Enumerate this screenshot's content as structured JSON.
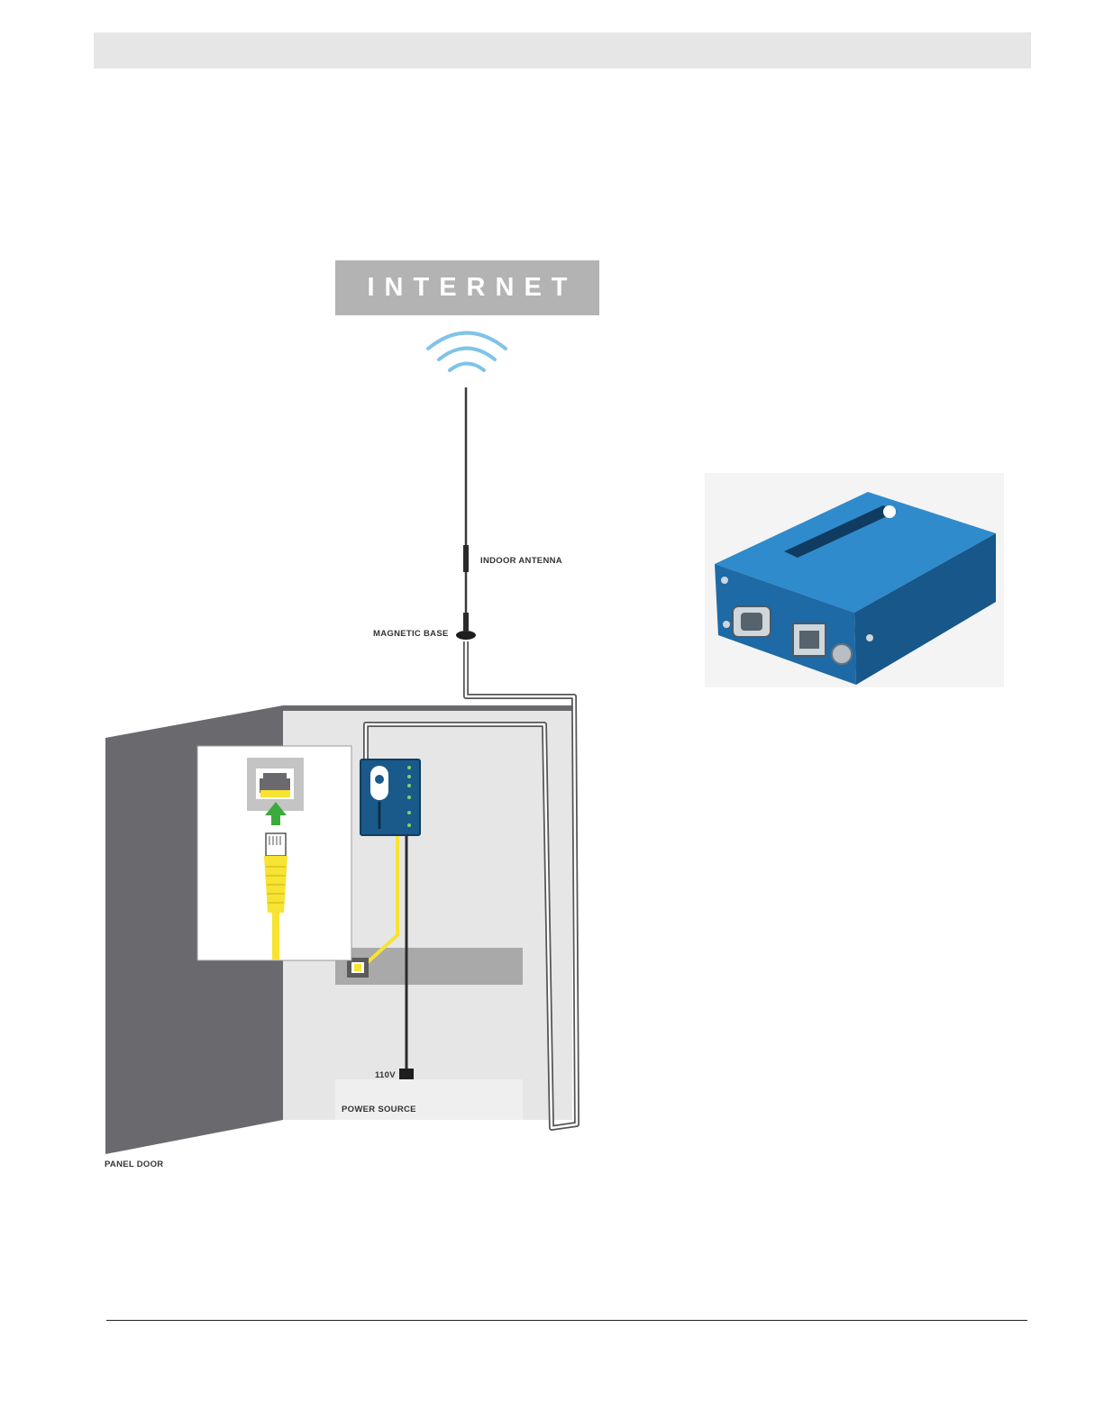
{
  "diagram": {
    "internet_label": "INTERNET",
    "labels": {
      "indoor_antenna": "INDOOR ANTENNA",
      "magnetic_base": "MAGNETIC BASE",
      "voltage": "110V",
      "power_source": "POWER SOURCE",
      "panel_door": "PANEL DOOR"
    },
    "icons": [
      "wifi-signal-icon",
      "ethernet-port-icon",
      "connect-arrow-icon",
      "rj45-plug-icon"
    ],
    "colors": {
      "signal_blue": "#7fc3e8",
      "modem_blue": "#1a5a8a",
      "cable_yellow": "#f7e332",
      "arrow_green": "#3daa3d",
      "door_gray": "#6a6a6e",
      "panel_gray": "#e6e6e7",
      "header_gray": "#e6e6e6"
    }
  }
}
